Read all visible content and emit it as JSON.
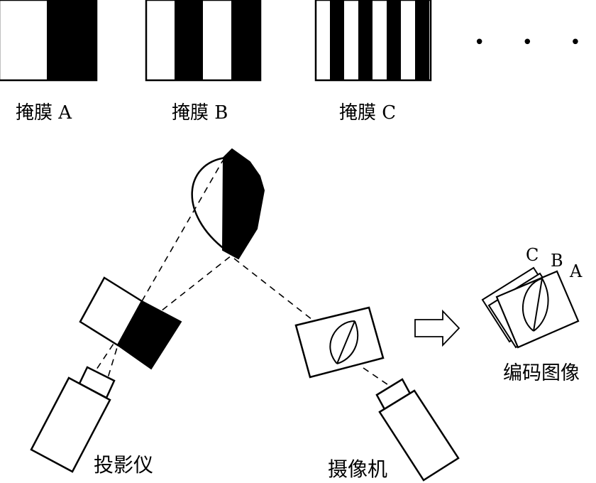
{
  "masks": [
    {
      "label": "掩膜 A",
      "stripes": 2
    },
    {
      "label": "掩膜 B",
      "stripes": 4
    },
    {
      "label": "掩膜 C",
      "stripes": 8
    }
  ],
  "ellipsis": "• • •",
  "devices": {
    "projector": "投影仪",
    "camera": "摄像机"
  },
  "stack": {
    "labels": [
      "C",
      "B",
      "A"
    ],
    "caption": "编码图像"
  }
}
